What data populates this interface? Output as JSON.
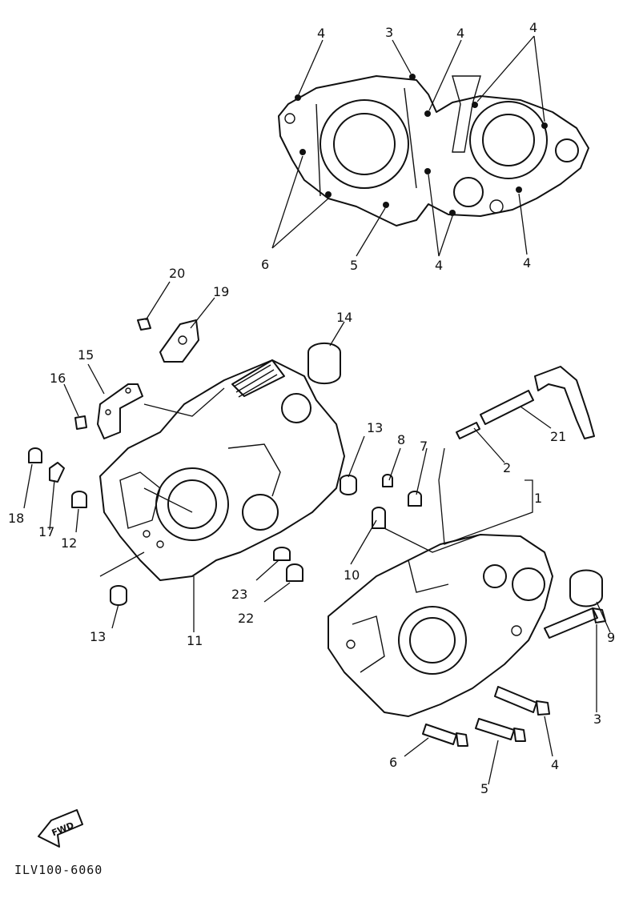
{
  "diagram": {
    "figure_code": "ILV100-6060",
    "fwd_label": "FWD",
    "callouts": [
      "4",
      "3",
      "4",
      "4",
      "6",
      "5",
      "4",
      "4",
      "20",
      "19",
      "14",
      "15",
      "16",
      "13",
      "8",
      "7",
      "2",
      "21",
      "1",
      "18",
      "17",
      "12",
      "10",
      "23",
      "22",
      "13",
      "11",
      "9",
      "3",
      "4",
      "6",
      "5"
    ]
  }
}
